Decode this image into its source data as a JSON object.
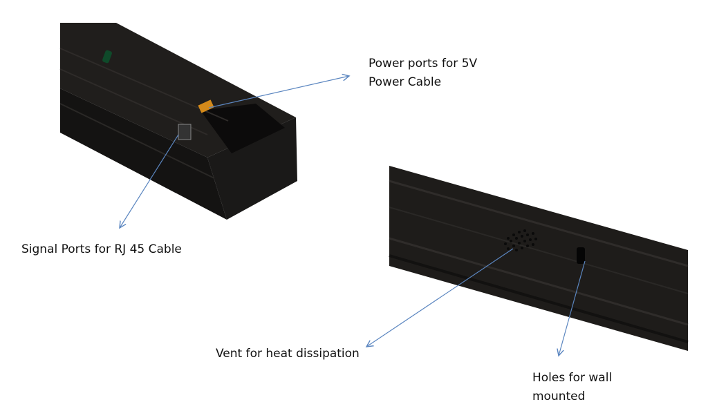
{
  "annotations": {
    "power": {
      "line1": "Power ports for 5V",
      "line2": "Power Cable"
    },
    "signal": {
      "text": "Signal Ports for RJ 45 Cable"
    },
    "vent": {
      "text": "Vent for heat dissipation"
    },
    "holes": {
      "line1": "Holes for wall",
      "line2": "mounted"
    }
  },
  "colors": {
    "arrow": "#5b86c0",
    "device": "#1e1c1a"
  }
}
